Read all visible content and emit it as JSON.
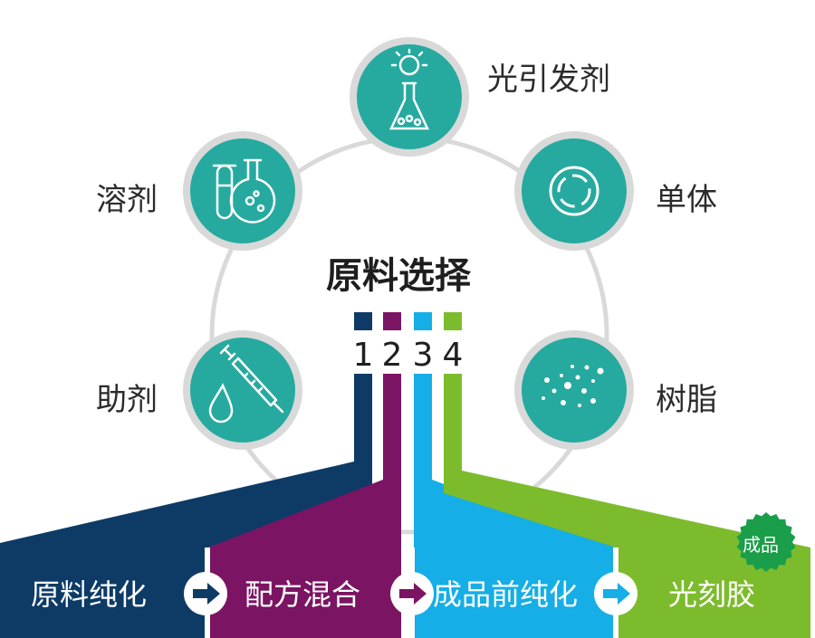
{
  "title": "原料选择",
  "materials": [
    {
      "label": "光引发剂",
      "icon": "flask-sun-icon"
    },
    {
      "label": "单体",
      "icon": "ring-icon"
    },
    {
      "label": "树脂",
      "icon": "particles-icon"
    },
    {
      "label": "助剂",
      "icon": "syringe-drop-icon"
    },
    {
      "label": "溶剂",
      "icon": "test-tube-flask-icon"
    }
  ],
  "numbers": [
    "1",
    "2",
    "3",
    "4"
  ],
  "stages": [
    {
      "label": "原料纯化",
      "color": "#0d3b66"
    },
    {
      "label": "配方混合",
      "color": "#7b1463"
    },
    {
      "label": "成品前纯化",
      "color": "#15aee6"
    },
    {
      "label": "光刻胶",
      "color": "#7cbc2c"
    }
  ],
  "badge": "成品",
  "colors": {
    "node_fill": "#26aa9f",
    "node_ring": "#d9d9d9",
    "badge": "#1a9e4a"
  }
}
